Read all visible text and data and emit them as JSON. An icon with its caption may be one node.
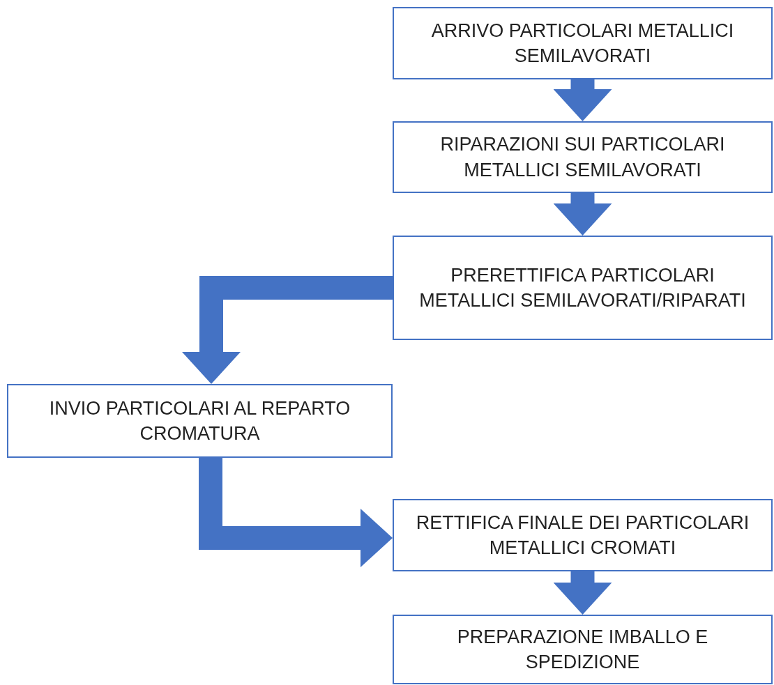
{
  "diagram": {
    "nodes": [
      {
        "text": [
          "ARRIVO PARTICOLARI METALLICI SEMILAVORATI"
        ]
      },
      {
        "text": [
          "RIPARAZIONI SUI PARTICOLARI METALLICI SEMILAVORATI"
        ]
      },
      {
        "text": [
          "PRERETTIFICA PARTICOLARI METALLICI SEMILAVORATI/RIPARATI"
        ]
      },
      {
        "text": [
          "INVIO PARTICOLARI AL REPARTO CROMATURA"
        ]
      },
      {
        "text": [
          "RETTIFICA FINALE DEI PARTICOLARI METALLICI CROMATI"
        ]
      },
      {
        "text": [
          "PREPARAZIONE IMBALLO E SPEDIZIONE"
        ]
      }
    ],
    "edges": [
      {
        "from": 0,
        "to": 1,
        "arrow": "to"
      },
      {
        "from": 1,
        "to": 2,
        "arrow": "to"
      },
      {
        "from": 2,
        "to": 3,
        "arrow": "to"
      },
      {
        "from": 3,
        "to": 4,
        "arrow": "to"
      },
      {
        "from": 4,
        "to": 5,
        "arrow": "to"
      }
    ]
  }
}
